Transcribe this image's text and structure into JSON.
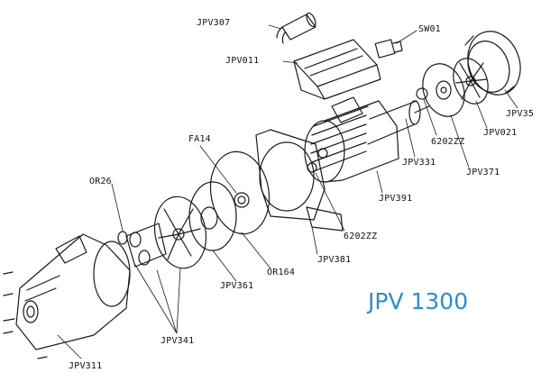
{
  "model_title": "JPV 1300",
  "part_labels": {
    "jpv307": "JPV307",
    "sw01": "SW01",
    "jpv011": "JPV011",
    "jpv35": "JPV35",
    "fa14": "FA14",
    "bearing_6202zz_a": "6202ZZ",
    "jpv021": "JPV021",
    "jpv331": "JPV331",
    "jpv371": "JPV371",
    "or26": "OR26",
    "jpv391": "JPV391",
    "bearing_6202zz_b": "6202ZZ",
    "jpv381": "JPV381",
    "or164": "OR164",
    "jpv361": "JPV361",
    "jpv341": "JPV341",
    "jpv311": "JPV311"
  },
  "colors": {
    "line_art": "#1a1a1a",
    "model_title": "#2a8fd0",
    "background": "#ffffff"
  }
}
